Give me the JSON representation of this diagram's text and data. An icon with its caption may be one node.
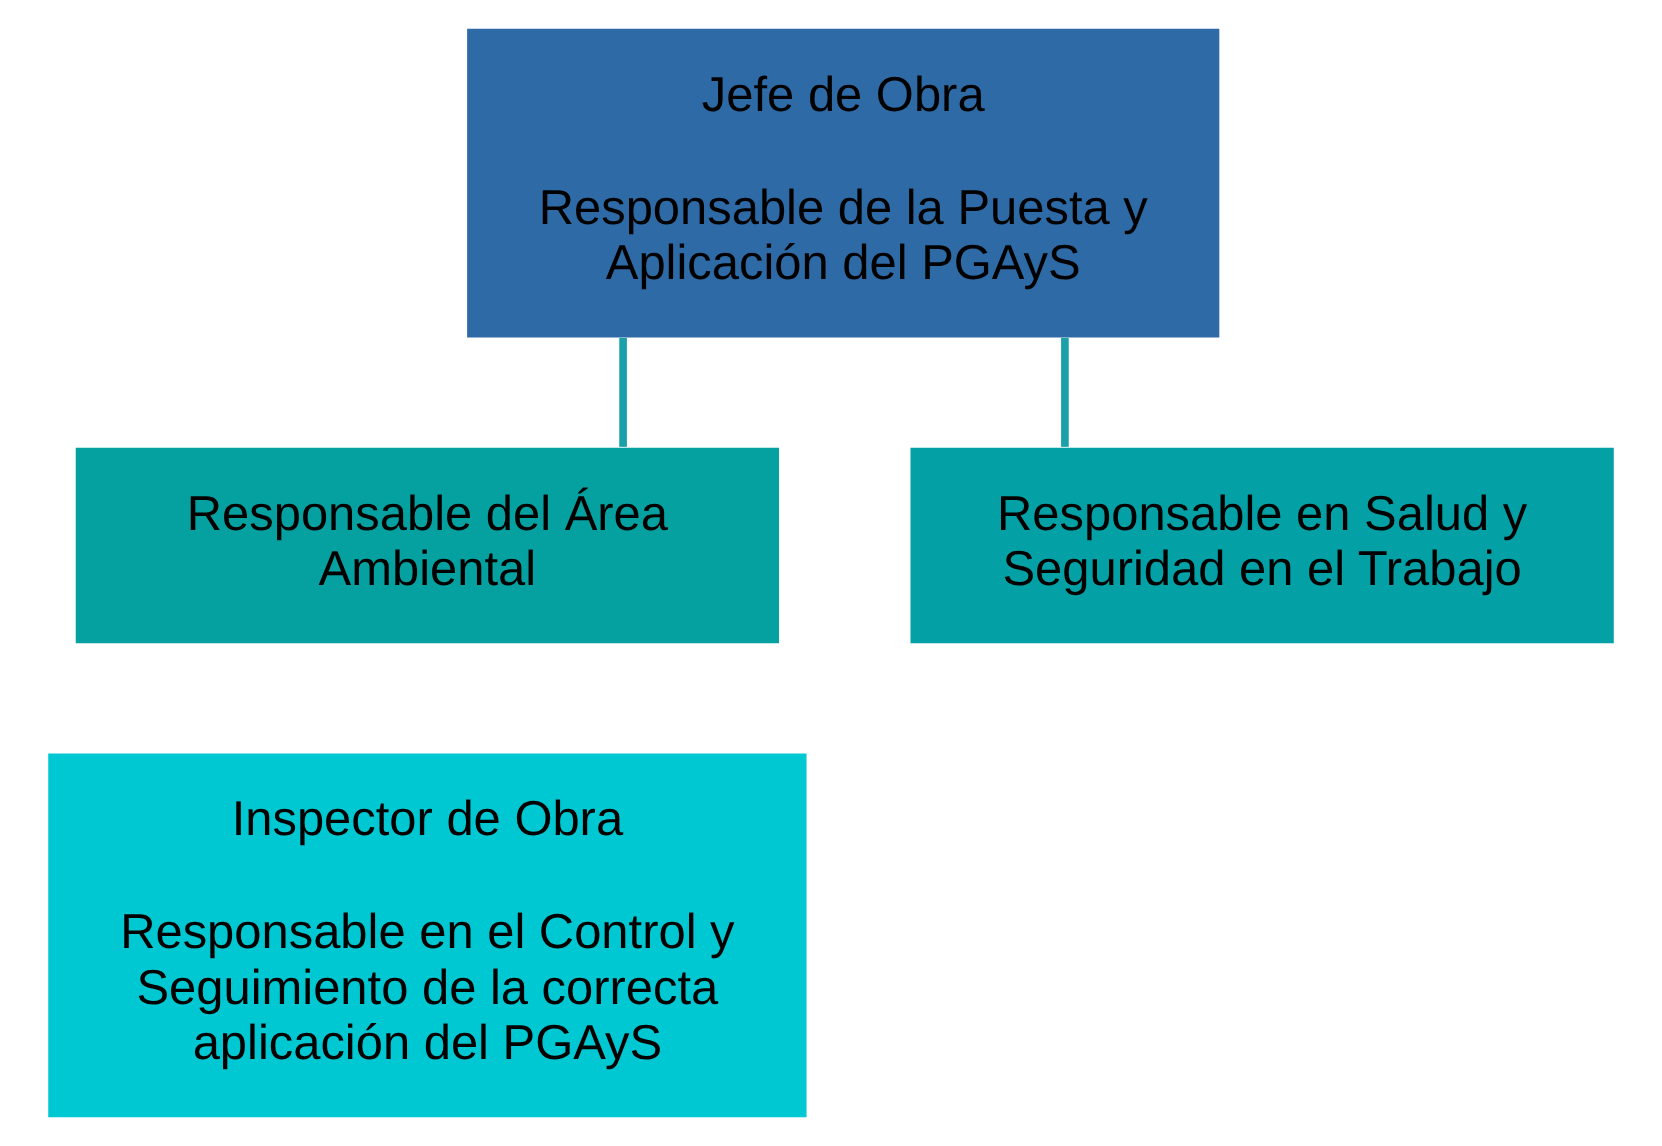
{
  "diagram": {
    "nodes": [
      {
        "text": [
          "Jefe de Obra",
          "Responsable de la Puesta y Aplicación del PGAyS"
        ]
      },
      {
        "text": [
          "Responsable del Área Ambiental"
        ]
      },
      {
        "text": [
          "Responsable en Salud y Seguridad en el Trabajo"
        ]
      },
      {
        "text": [
          "Inspector de Obra",
          "Responsable en el Control y Seguimiento de la correcta aplicación del PGAyS"
        ]
      }
    ],
    "edges": [
      {
        "from": 0,
        "to": 1,
        "arrow": "none"
      },
      {
        "from": 0,
        "to": 2,
        "arrow": "none"
      }
    ]
  }
}
